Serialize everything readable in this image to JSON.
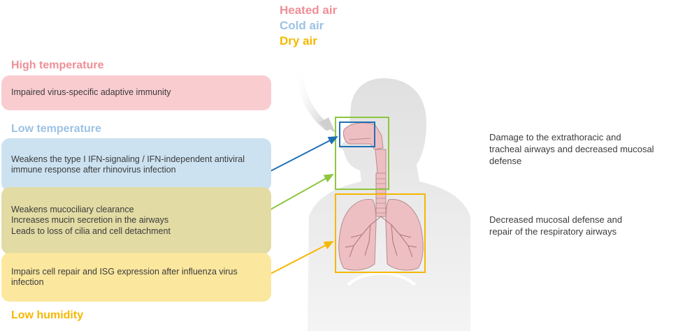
{
  "legend": {
    "items": [
      {
        "label": "Heated air",
        "color": "#ef8f96"
      },
      {
        "label": "Cold air",
        "color": "#9cc2e5"
      },
      {
        "label": "Dry air",
        "color": "#f5b800"
      }
    ]
  },
  "sections": {
    "high_temperature": {
      "title": "High temperature",
      "color": "#ef8f96"
    },
    "low_temperature": {
      "title": "Low temperature",
      "color": "#9cc2e5"
    },
    "low_humidity": {
      "title": "Low humidity",
      "color": "#f5b800"
    }
  },
  "boxes": {
    "high_temp": {
      "lines": [
        "Impaired virus-specific adaptive immunity"
      ],
      "fill": "#f9ccd0"
    },
    "low_temp_antiviral": {
      "lines": [
        "Weakens the type I IFN-signaling / IFN-independent antiviral",
        "immune response after rhinovirus infection"
      ],
      "fill": "#cce2f1"
    },
    "mucociliary": {
      "lines": [
        "Weakens mucociliary clearance",
        "Increases mucin secretion in the airways",
        "Leads to loss of cilia and cell detachment"
      ],
      "fill": "#e2dba4"
    },
    "cell_repair": {
      "lines": [
        "Impairs cell repair and ISG expression after influenza virus",
        "infection"
      ],
      "fill": "#fbe79e"
    }
  },
  "effects": {
    "upper": {
      "lines": [
        "Damage to the extrathoracic and",
        "tracheal airways and decreased mucosal",
        "defense"
      ]
    },
    "lower": {
      "lines": [
        "Decreased mucosal defense and",
        "repair of the respiratory airways"
      ]
    }
  },
  "colors": {
    "blue_arrow": "#1f6fb5",
    "green_arrow": "#8dc63f",
    "yellow_arrow": "#f5b800",
    "silhouette": "#e6e6e6",
    "airway": "#eebfc2"
  }
}
